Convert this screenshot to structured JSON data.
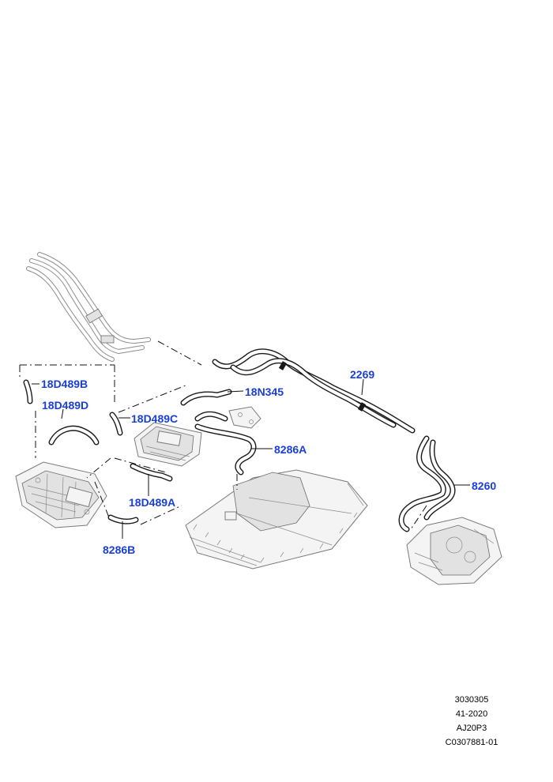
{
  "callouts": {
    "c_18d489b": "18D489B",
    "c_18d489d": "18D489D",
    "c_18d489c": "18D489C",
    "c_18n345": "18N345",
    "c_2269": "2269",
    "c_8286a": "8286A",
    "c_8260": "8260",
    "c_18d489a": "18D489A",
    "c_8286b": "8286B"
  },
  "reference_block": {
    "line1": "3030305",
    "line2": "41-2020",
    "line3": "AJ20P3",
    "line4": "C0307881-01"
  },
  "colors": {
    "callout_text": "#1a3fd6",
    "line_art": "#1a1a1a",
    "ghost_art": "#8c8c8c"
  }
}
